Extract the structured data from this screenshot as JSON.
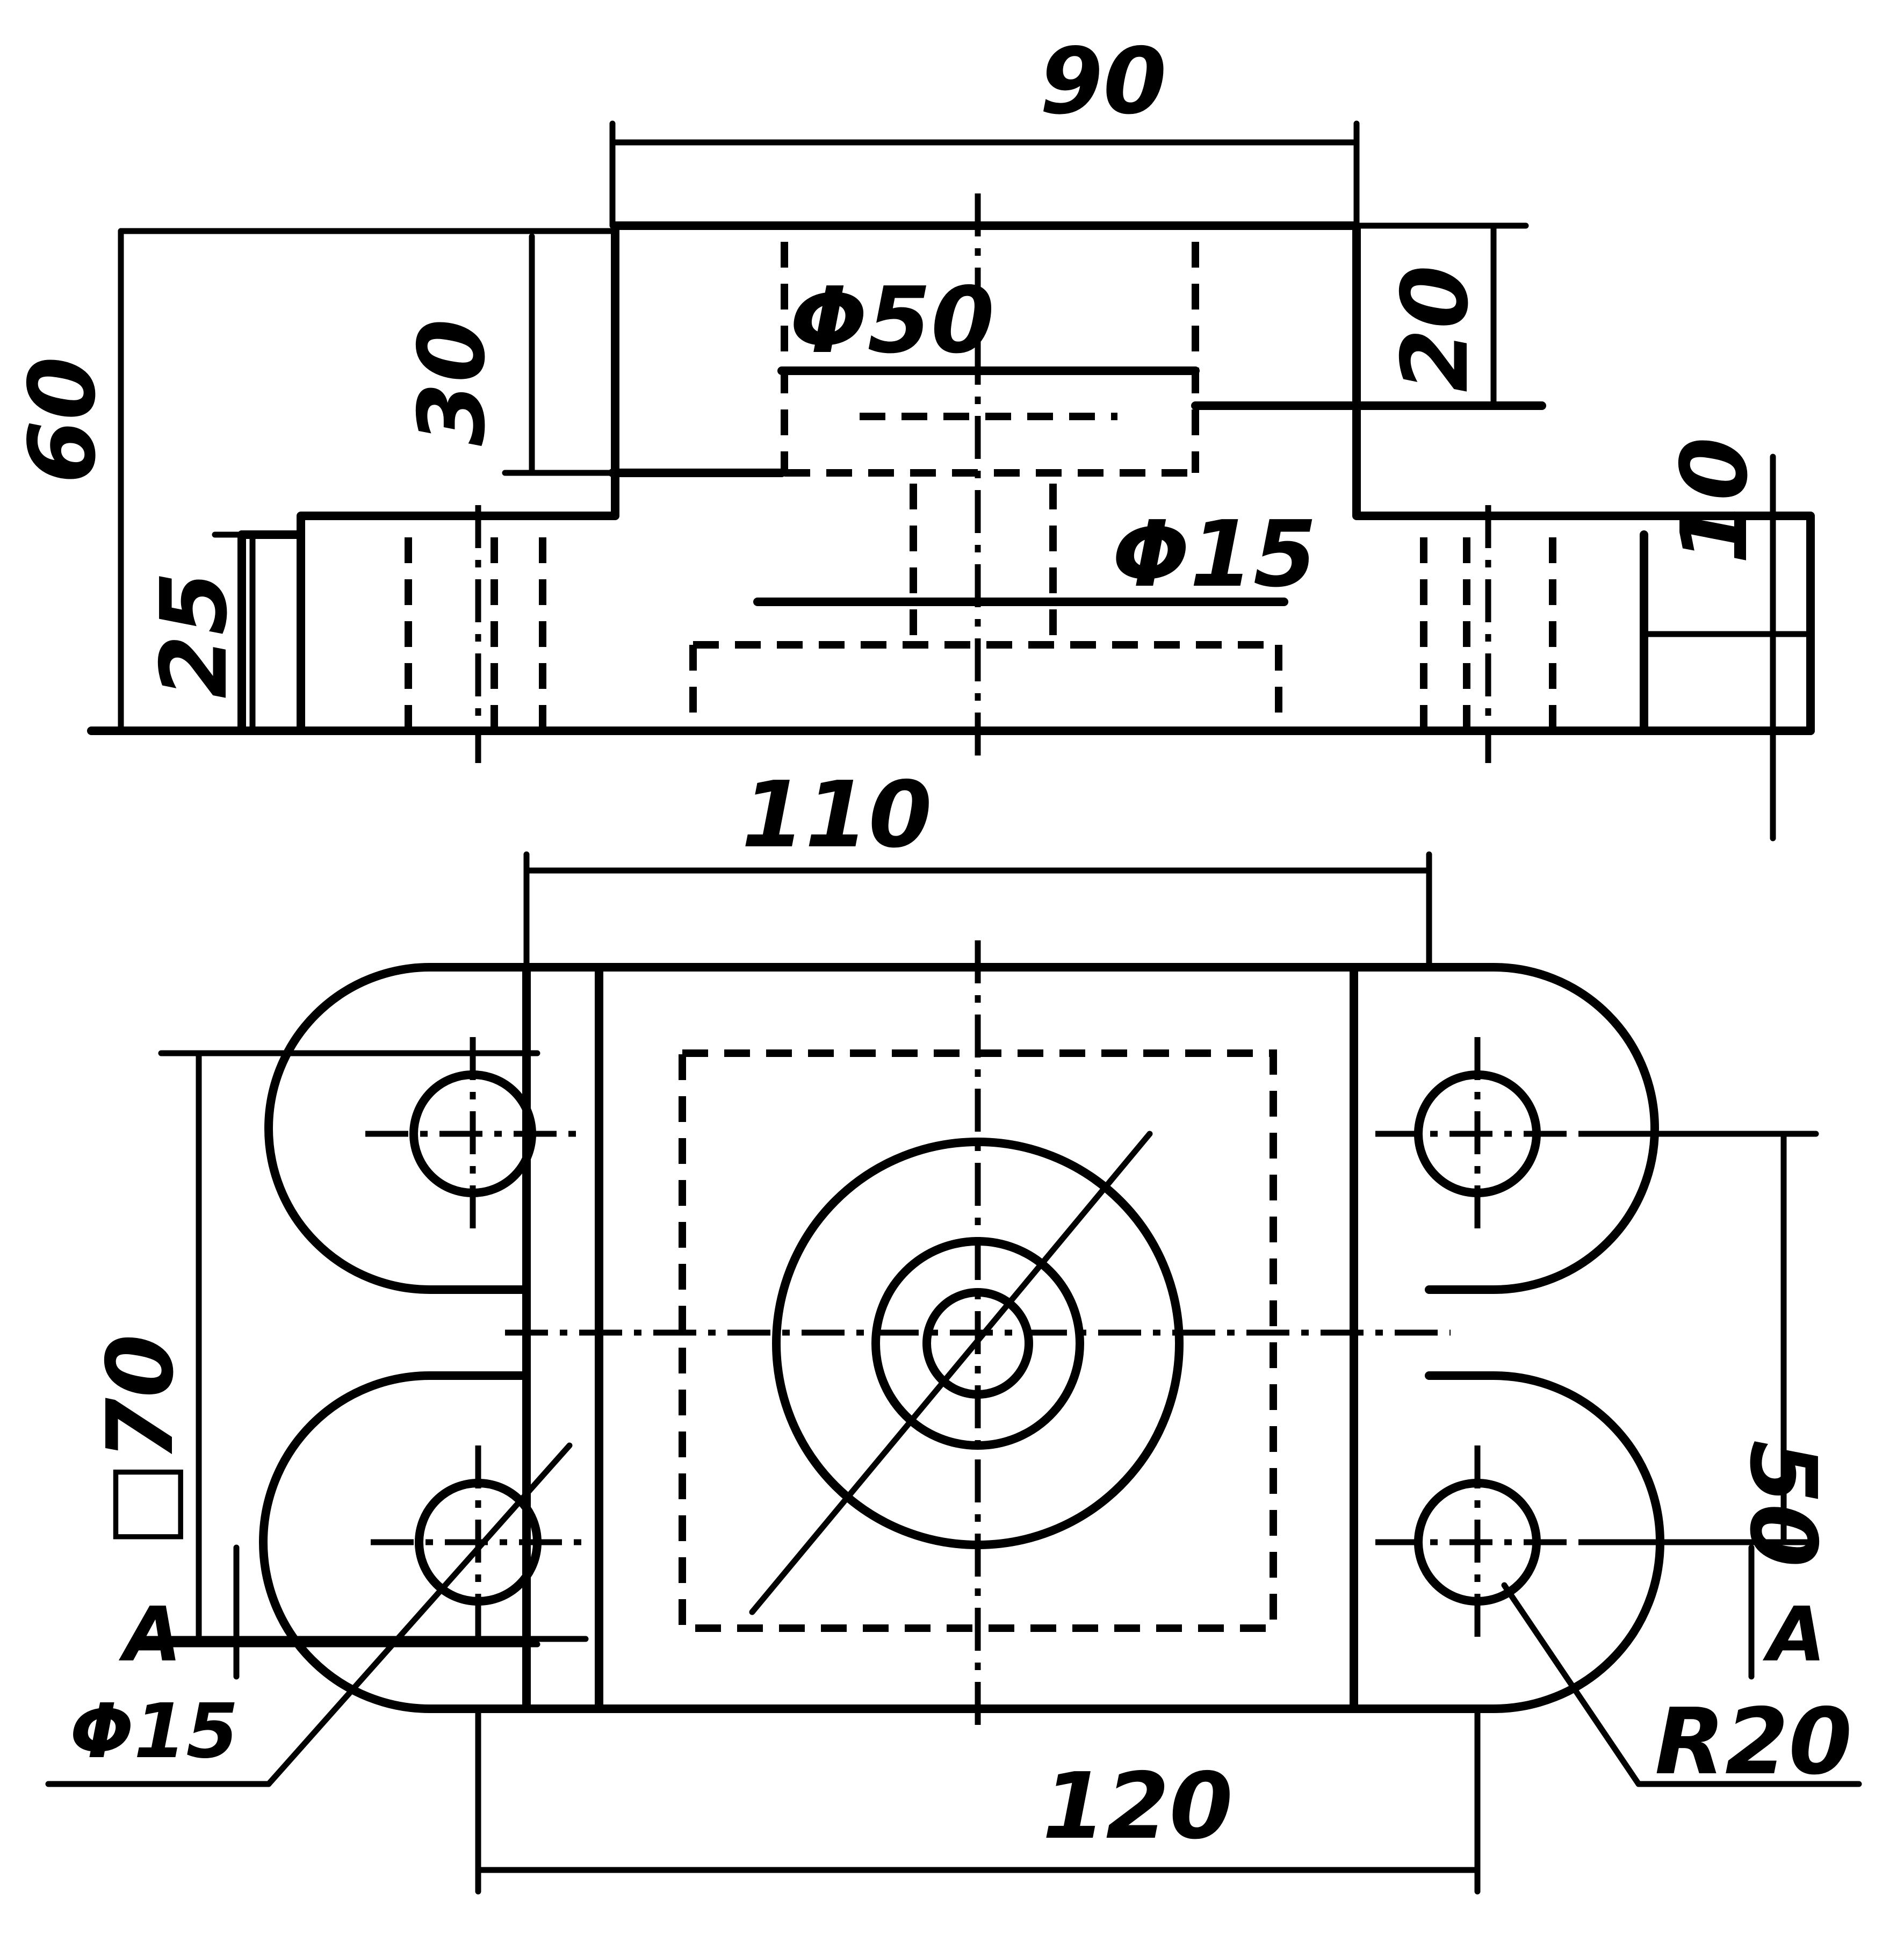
{
  "dimensions": {
    "top_width": "90",
    "overall_height": "60",
    "upper_height": "30",
    "bore_diameter": "Φ50",
    "right_step": "20",
    "right_flange": "10",
    "base_height": "25",
    "hole_diameter_front": "Φ15",
    "width_110": "110",
    "square_70": "□70",
    "spacing_50": "50",
    "base_width": "120",
    "hole_diameter_top": "Φ15",
    "radius": "R20",
    "section_left": "A",
    "section_right": "A"
  }
}
